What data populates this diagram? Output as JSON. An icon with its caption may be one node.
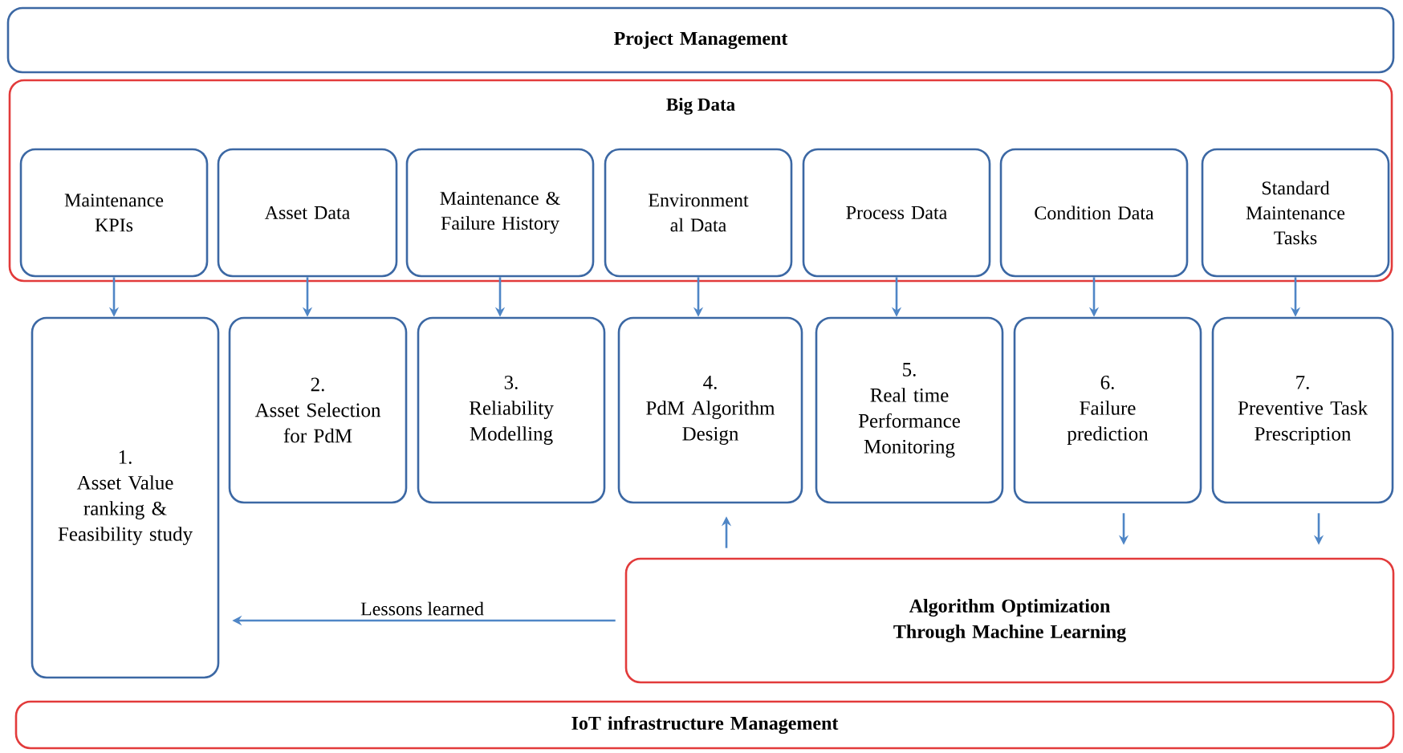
{
  "diagram": {
    "nodes": [
      {
        "text": [
          "Project Management"
        ]
      },
      {
        "text": [
          "Big Data"
        ]
      },
      {
        "text": [
          "Maintenance KPIs"
        ],
        "in": 1
      },
      {
        "text": [
          "Asset Data"
        ],
        "in": 1
      },
      {
        "text": [
          "Maintenance & Failure History"
        ],
        "in": 1
      },
      {
        "text": [
          "Environment al Data"
        ],
        "in": 1
      },
      {
        "text": [
          "Process Data"
        ],
        "in": 1
      },
      {
        "text": [
          "Condition Data"
        ],
        "in": 1
      },
      {
        "text": [
          "Standard Maintenance Tasks"
        ],
        "in": 1
      },
      {
        "text": [
          "1.",
          "Asset Value ranking & Feasibility study"
        ]
      },
      {
        "text": [
          "2.",
          "Asset Selection for PdM"
        ]
      },
      {
        "text": [
          "3.",
          "Reliability Modelling"
        ]
      },
      {
        "text": [
          "4.",
          "PdM Algorithm Design"
        ]
      },
      {
        "text": [
          "5.",
          "Real time Performance Monitoring"
        ]
      },
      {
        "text": [
          "6.",
          "Failure prediction"
        ]
      },
      {
        "text": [
          "7.",
          "Preventive Task Prescription"
        ]
      },
      {
        "text": [
          "Algorithm Optimization Through Machine Learning"
        ]
      },
      {
        "text": [
          "IoT infrastructure Management"
        ]
      }
    ],
    "edges": [
      {
        "from": 2,
        "to": 9,
        "arrow": "to"
      },
      {
        "from": 3,
        "to": 10,
        "arrow": "to"
      },
      {
        "from": 4,
        "to": 11,
        "arrow": "to"
      },
      {
        "from": 5,
        "to": 12,
        "arrow": "to"
      },
      {
        "from": 6,
        "to": 13,
        "arrow": "to"
      },
      {
        "from": 7,
        "to": 14,
        "arrow": "to"
      },
      {
        "from": 8,
        "to": 15,
        "arrow": "to"
      },
      {
        "from": 16,
        "to": 12,
        "arrow": "to"
      },
      {
        "from": 14,
        "to": 16,
        "arrow": "to"
      },
      {
        "from": 15,
        "to": 16,
        "arrow": "to"
      },
      {
        "from": 16,
        "to": 9,
        "arrow": "to",
        "label": "Lessons learned"
      }
    ]
  }
}
